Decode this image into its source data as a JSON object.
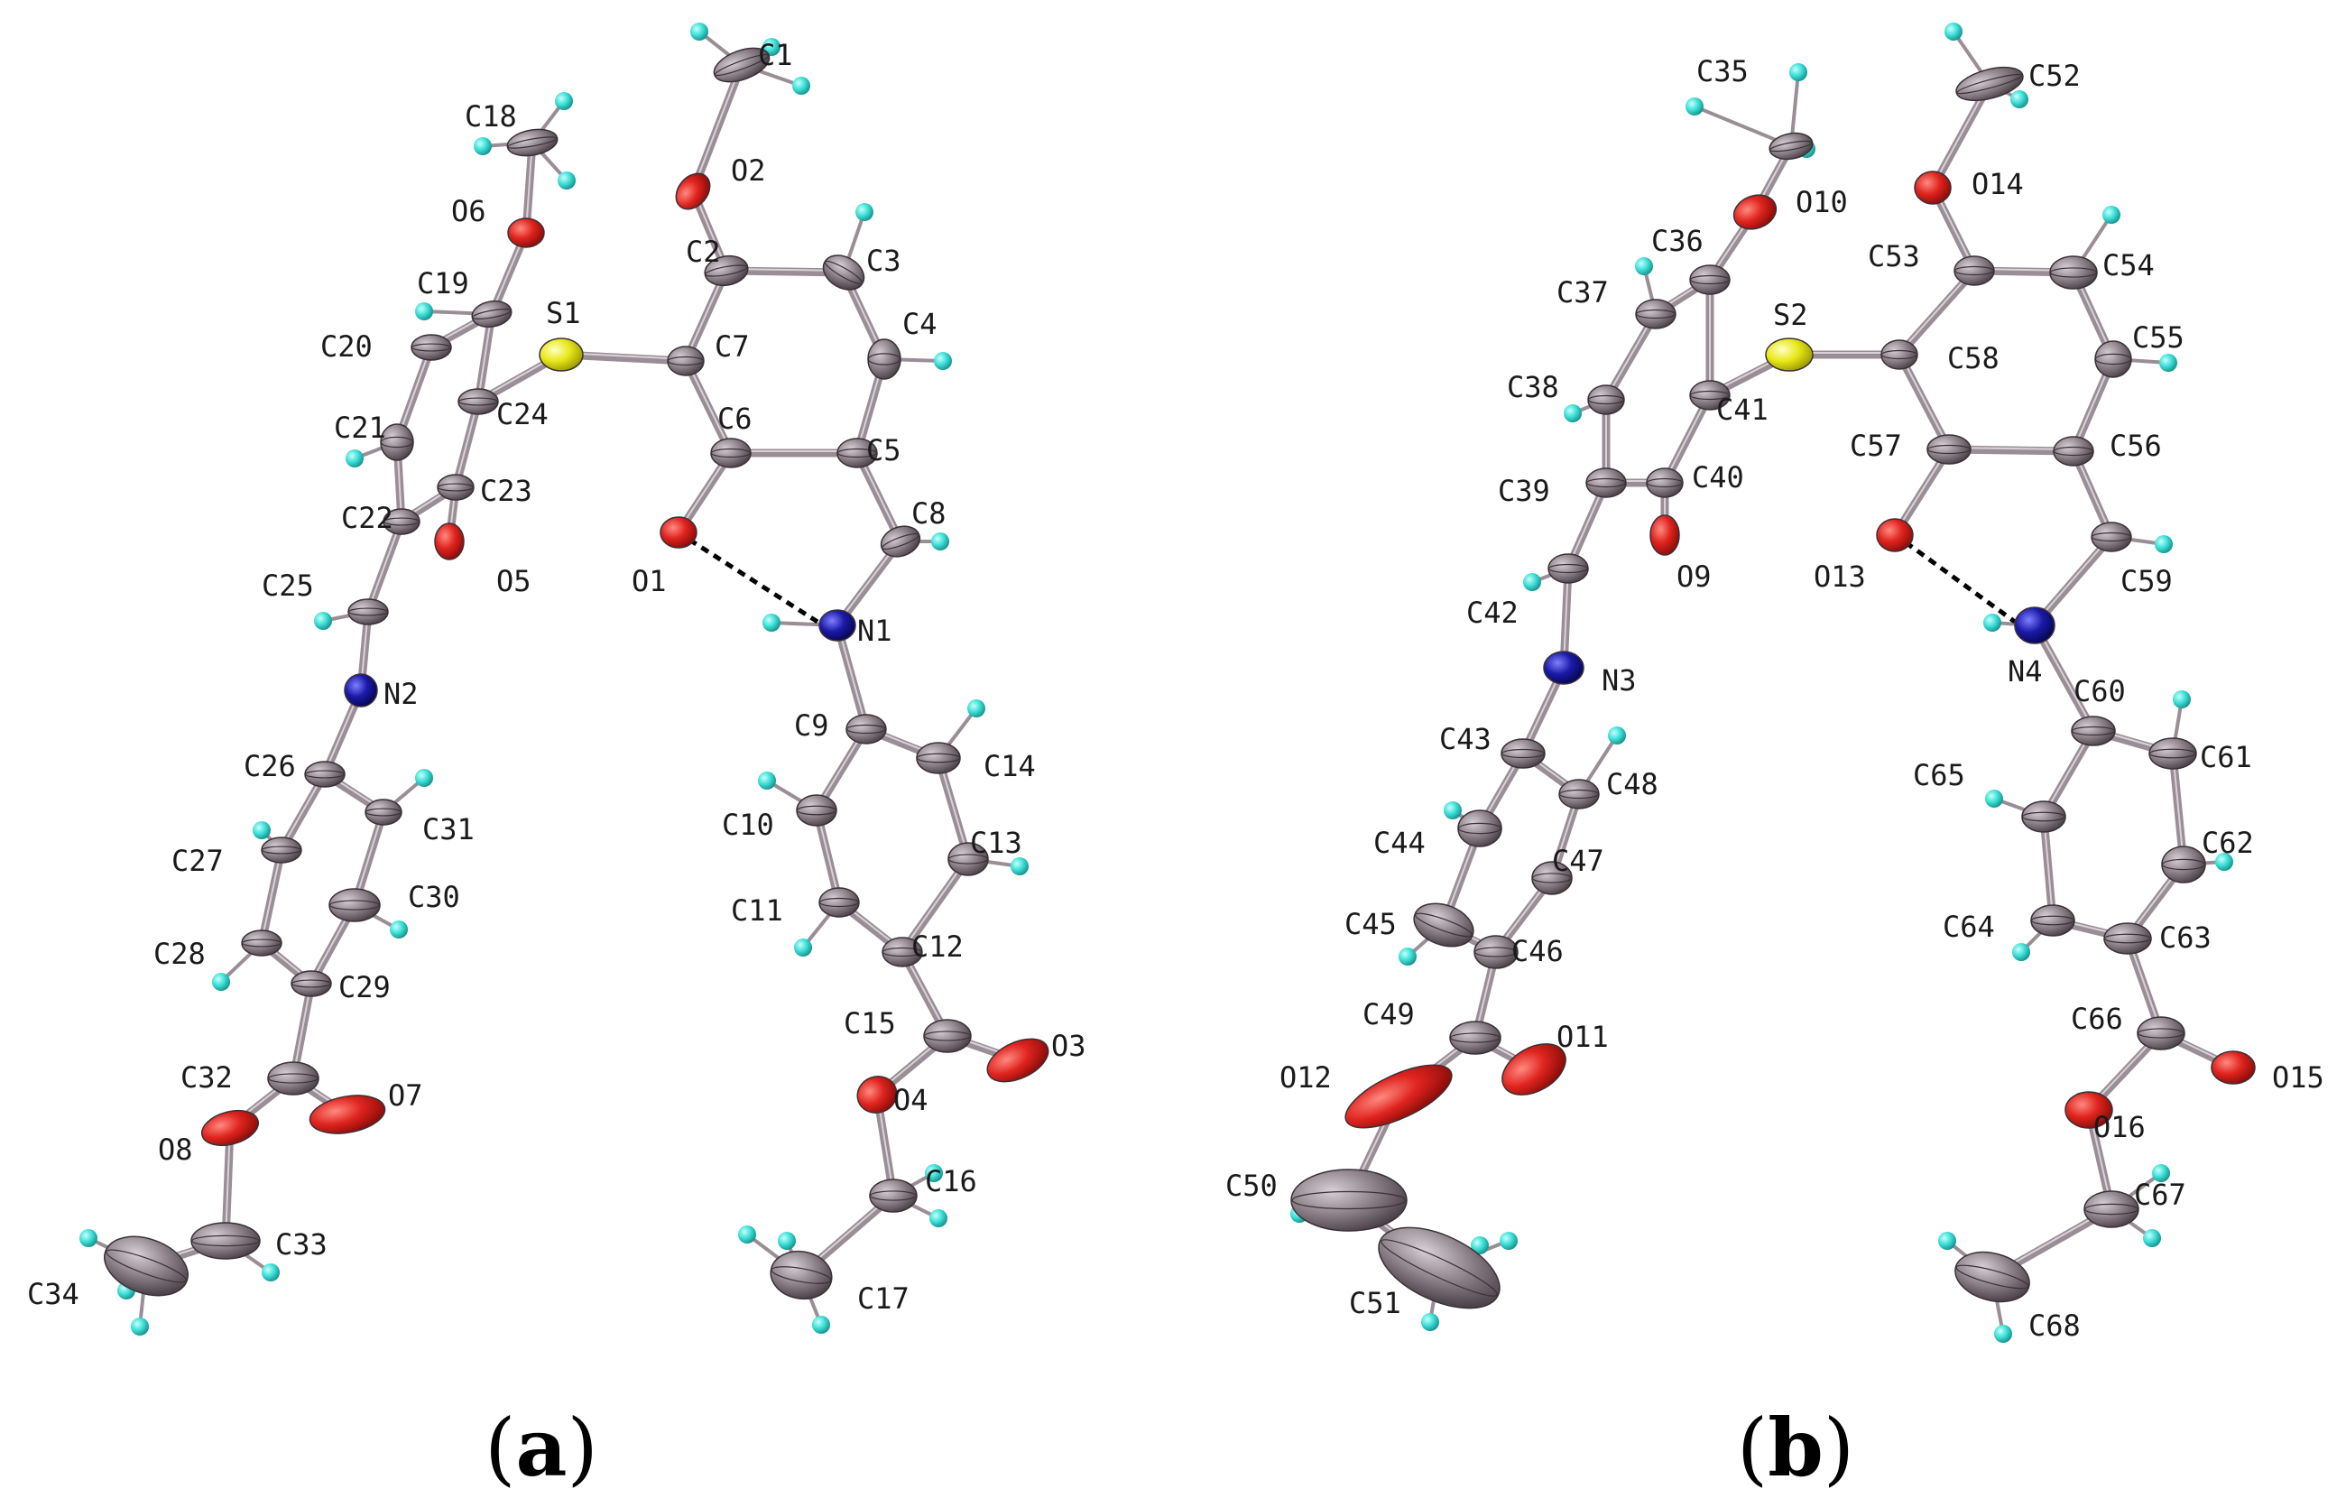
{
  "colors": {
    "C": "#8c8088",
    "O": "#e0241f",
    "N": "#1a1aa8",
    "S": "#e8e81a",
    "H": "#3ee0d8",
    "bond": "#9a8e96"
  },
  "panels": [
    {
      "caption": "a",
      "atoms": [
        {
          "id": "C1",
          "t": "C"
        },
        {
          "id": "O2",
          "t": "O"
        },
        {
          "id": "C2",
          "t": "C"
        },
        {
          "id": "C3",
          "t": "C"
        },
        {
          "id": "C4",
          "t": "C"
        },
        {
          "id": "C5",
          "t": "C"
        },
        {
          "id": "C6",
          "t": "C"
        },
        {
          "id": "C7",
          "t": "C"
        },
        {
          "id": "S1",
          "t": "S"
        },
        {
          "id": "C8",
          "t": "C"
        },
        {
          "id": "O1",
          "t": "O"
        },
        {
          "id": "N1",
          "t": "N"
        },
        {
          "id": "C9",
          "t": "C"
        },
        {
          "id": "C10",
          "t": "C"
        },
        {
          "id": "C11",
          "t": "C"
        },
        {
          "id": "C12",
          "t": "C"
        },
        {
          "id": "C13",
          "t": "C"
        },
        {
          "id": "C14",
          "t": "C"
        },
        {
          "id": "C15",
          "t": "C"
        },
        {
          "id": "O3",
          "t": "O"
        },
        {
          "id": "O4",
          "t": "O"
        },
        {
          "id": "C16",
          "t": "C"
        },
        {
          "id": "C17",
          "t": "C"
        },
        {
          "id": "C18",
          "t": "C"
        },
        {
          "id": "O6",
          "t": "O"
        },
        {
          "id": "C19",
          "t": "C"
        },
        {
          "id": "C20",
          "t": "C"
        },
        {
          "id": "C21",
          "t": "C"
        },
        {
          "id": "C22",
          "t": "C"
        },
        {
          "id": "C23",
          "t": "C"
        },
        {
          "id": "C24",
          "t": "C"
        },
        {
          "id": "O5",
          "t": "O"
        },
        {
          "id": "C25",
          "t": "C"
        },
        {
          "id": "N2",
          "t": "N"
        },
        {
          "id": "C26",
          "t": "C"
        },
        {
          "id": "C27",
          "t": "C"
        },
        {
          "id": "C28",
          "t": "C"
        },
        {
          "id": "C29",
          "t": "C"
        },
        {
          "id": "C30",
          "t": "C"
        },
        {
          "id": "C31",
          "t": "C"
        },
        {
          "id": "C32",
          "t": "C"
        },
        {
          "id": "O7",
          "t": "O"
        },
        {
          "id": "O8",
          "t": "O"
        },
        {
          "id": "C33",
          "t": "C"
        },
        {
          "id": "C34",
          "t": "C"
        }
      ],
      "bonds": [
        [
          "C1",
          "O2"
        ],
        [
          "O2",
          "C2"
        ],
        [
          "C2",
          "C3"
        ],
        [
          "C3",
          "C4"
        ],
        [
          "C4",
          "C5"
        ],
        [
          "C5",
          "C6"
        ],
        [
          "C6",
          "C7"
        ],
        [
          "C7",
          "C2"
        ],
        [
          "C7",
          "S1"
        ],
        [
          "C6",
          "O1"
        ],
        [
          "C5",
          "C8"
        ],
        [
          "C8",
          "N1"
        ],
        [
          "N1",
          "C9"
        ],
        [
          "C9",
          "C10"
        ],
        [
          "C10",
          "C11"
        ],
        [
          "C11",
          "C12"
        ],
        [
          "C12",
          "C13"
        ],
        [
          "C13",
          "C14"
        ],
        [
          "C14",
          "C9"
        ],
        [
          "C12",
          "C15"
        ],
        [
          "C15",
          "O3"
        ],
        [
          "C15",
          "O4"
        ],
        [
          "O4",
          "C16"
        ],
        [
          "C16",
          "C17"
        ],
        [
          "C18",
          "O6"
        ],
        [
          "O6",
          "C19"
        ],
        [
          "C19",
          "C20"
        ],
        [
          "C20",
          "C21"
        ],
        [
          "C21",
          "C22"
        ],
        [
          "C22",
          "C23"
        ],
        [
          "C23",
          "C24"
        ],
        [
          "C24",
          "C19"
        ],
        [
          "C24",
          "S1"
        ],
        [
          "C23",
          "O5"
        ],
        [
          "C22",
          "C25"
        ],
        [
          "C25",
          "N2"
        ],
        [
          "N2",
          "C26"
        ],
        [
          "C26",
          "C27"
        ],
        [
          "C27",
          "C28"
        ],
        [
          "C28",
          "C29"
        ],
        [
          "C29",
          "C30"
        ],
        [
          "C30",
          "C31"
        ],
        [
          "C31",
          "C26"
        ],
        [
          "C29",
          "C32"
        ],
        [
          "C32",
          "O7"
        ],
        [
          "C32",
          "O8"
        ],
        [
          "O8",
          "C33"
        ],
        [
          "C33",
          "C34"
        ]
      ],
      "hbonds": [
        [
          "O1",
          "N1"
        ]
      ]
    },
    {
      "caption": "b",
      "atoms": [
        {
          "id": "C35",
          "t": "C"
        },
        {
          "id": "O10",
          "t": "O"
        },
        {
          "id": "C36",
          "t": "C"
        },
        {
          "id": "C37",
          "t": "C"
        },
        {
          "id": "C38",
          "t": "C"
        },
        {
          "id": "C39",
          "t": "C"
        },
        {
          "id": "C40",
          "t": "C"
        },
        {
          "id": "C41",
          "t": "C"
        },
        {
          "id": "O9",
          "t": "O"
        },
        {
          "id": "C42",
          "t": "C"
        },
        {
          "id": "N3",
          "t": "N"
        },
        {
          "id": "C43",
          "t": "C"
        },
        {
          "id": "C44",
          "t": "C"
        },
        {
          "id": "C45",
          "t": "C"
        },
        {
          "id": "C46",
          "t": "C"
        },
        {
          "id": "C47",
          "t": "C"
        },
        {
          "id": "C48",
          "t": "C"
        },
        {
          "id": "C49",
          "t": "C"
        },
        {
          "id": "O11",
          "t": "O"
        },
        {
          "id": "O12",
          "t": "O"
        },
        {
          "id": "C50",
          "t": "C"
        },
        {
          "id": "C51",
          "t": "C"
        },
        {
          "id": "S2",
          "t": "S"
        },
        {
          "id": "C52",
          "t": "C"
        },
        {
          "id": "O14",
          "t": "O"
        },
        {
          "id": "C53",
          "t": "C"
        },
        {
          "id": "C54",
          "t": "C"
        },
        {
          "id": "C55",
          "t": "C"
        },
        {
          "id": "C56",
          "t": "C"
        },
        {
          "id": "C57",
          "t": "C"
        },
        {
          "id": "C58",
          "t": "C"
        },
        {
          "id": "O13",
          "t": "O"
        },
        {
          "id": "C59",
          "t": "C"
        },
        {
          "id": "N4",
          "t": "N"
        },
        {
          "id": "C60",
          "t": "C"
        },
        {
          "id": "C61",
          "t": "C"
        },
        {
          "id": "C62",
          "t": "C"
        },
        {
          "id": "C63",
          "t": "C"
        },
        {
          "id": "C64",
          "t": "C"
        },
        {
          "id": "C65",
          "t": "C"
        },
        {
          "id": "C66",
          "t": "C"
        },
        {
          "id": "O15",
          "t": "O"
        },
        {
          "id": "O16",
          "t": "O"
        },
        {
          "id": "C67",
          "t": "C"
        },
        {
          "id": "C68",
          "t": "C"
        }
      ],
      "bonds": [
        [
          "C35",
          "O10"
        ],
        [
          "O10",
          "C36"
        ],
        [
          "C36",
          "C37"
        ],
        [
          "C37",
          "C38"
        ],
        [
          "C38",
          "C39"
        ],
        [
          "C39",
          "C40"
        ],
        [
          "C40",
          "C41"
        ],
        [
          "C41",
          "C36"
        ],
        [
          "C41",
          "S2"
        ],
        [
          "C40",
          "O9"
        ],
        [
          "C39",
          "C42"
        ],
        [
          "C42",
          "N3"
        ],
        [
          "N3",
          "C43"
        ],
        [
          "C43",
          "C44"
        ],
        [
          "C44",
          "C45"
        ],
        [
          "C45",
          "C46"
        ],
        [
          "C46",
          "C47"
        ],
        [
          "C47",
          "C48"
        ],
        [
          "C48",
          "C43"
        ],
        [
          "C46",
          "C49"
        ],
        [
          "C49",
          "O11"
        ],
        [
          "C49",
          "O12"
        ],
        [
          "O12",
          "C50"
        ],
        [
          "C50",
          "C51"
        ],
        [
          "S2",
          "C58"
        ],
        [
          "C52",
          "O14"
        ],
        [
          "O14",
          "C53"
        ],
        [
          "C53",
          "C54"
        ],
        [
          "C54",
          "C55"
        ],
        [
          "C55",
          "C56"
        ],
        [
          "C56",
          "C57"
        ],
        [
          "C57",
          "C58"
        ],
        [
          "C58",
          "C53"
        ],
        [
          "C57",
          "O13"
        ],
        [
          "C56",
          "C59"
        ],
        [
          "C59",
          "N4"
        ],
        [
          "N4",
          "C60"
        ],
        [
          "C60",
          "C61"
        ],
        [
          "C61",
          "C62"
        ],
        [
          "C62",
          "C63"
        ],
        [
          "C63",
          "C64"
        ],
        [
          "C64",
          "C65"
        ],
        [
          "C65",
          "C60"
        ],
        [
          "C63",
          "C66"
        ],
        [
          "C66",
          "O15"
        ],
        [
          "C66",
          "O16"
        ],
        [
          "O16",
          "C67"
        ],
        [
          "C67",
          "C68"
        ]
      ],
      "hbonds": [
        [
          "O13",
          "N4"
        ]
      ]
    }
  ]
}
